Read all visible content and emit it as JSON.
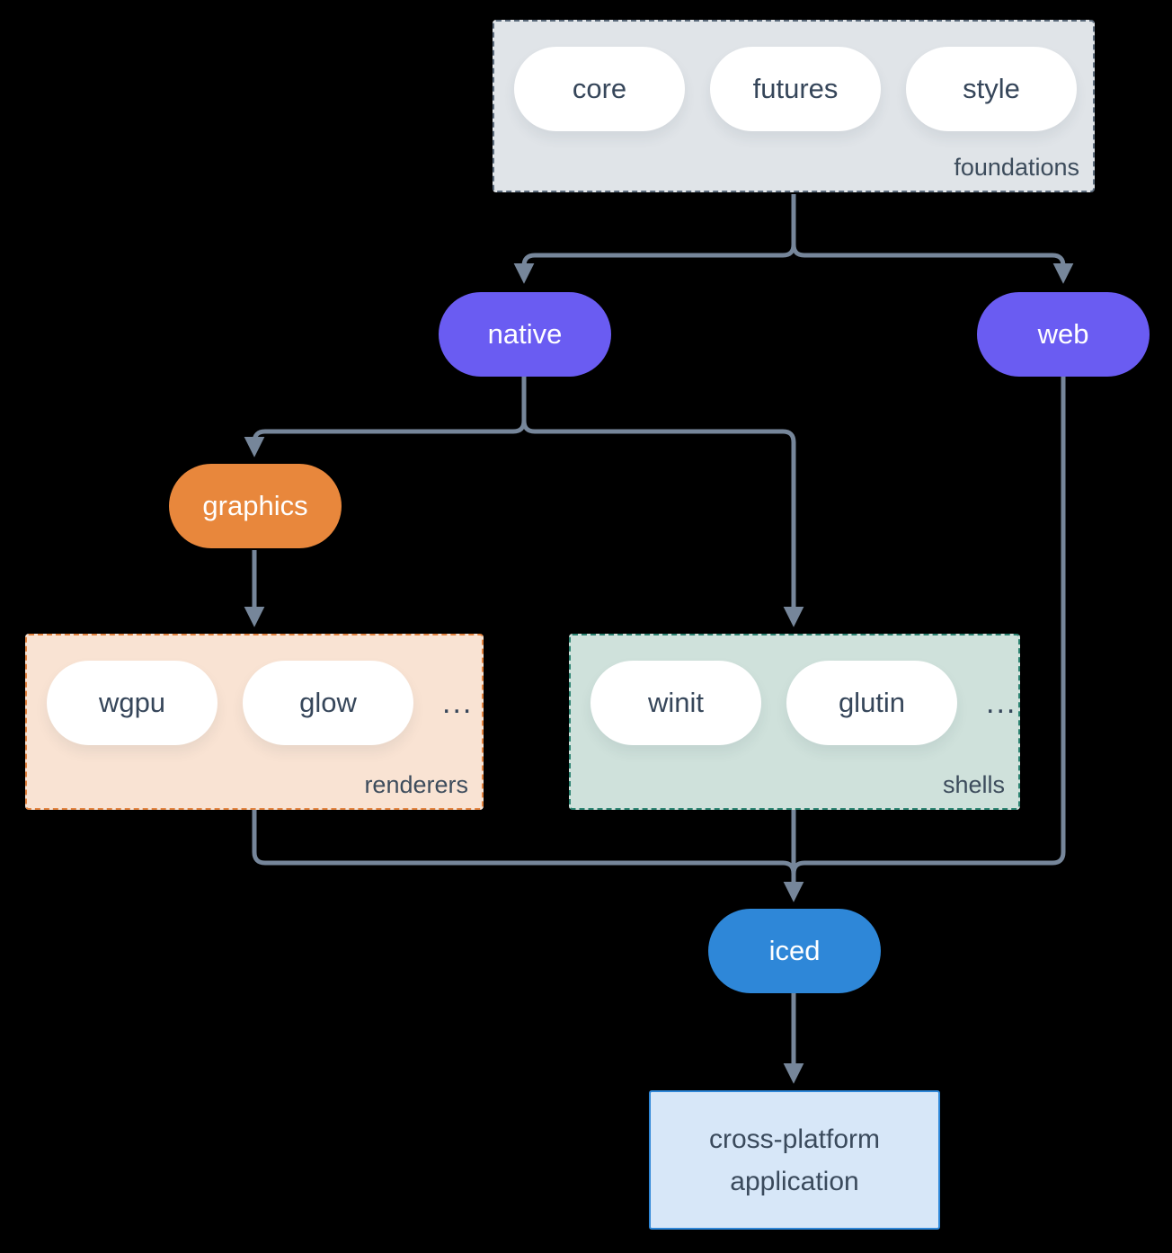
{
  "colors": {
    "background": "#000000",
    "connector": "#76869a",
    "purple_node": "#6a5cf2",
    "orange_node": "#e8873c",
    "blue_node": "#2e87d8",
    "foundations_fill": "#e0e4e8",
    "foundations_border": "#5c6b7c",
    "renderers_fill": "#f9e3d3",
    "renderers_border": "#e2823e",
    "shells_fill": "#cfe1db",
    "shells_border": "#2b8270",
    "app_fill": "#d7e7f8",
    "app_border": "#2e87d8",
    "pill_text": "#36465a",
    "white_pill": "#ffffff"
  },
  "foundations": {
    "label": "foundations",
    "pills": [
      "core",
      "futures",
      "style"
    ]
  },
  "nodes": {
    "native": "native",
    "web": "web",
    "graphics": "graphics",
    "iced": "iced"
  },
  "renderers": {
    "label": "renderers",
    "pills": [
      "wgpu",
      "glow"
    ],
    "ellipsis": "..."
  },
  "shells": {
    "label": "shells",
    "pills": [
      "winit",
      "glutin"
    ],
    "ellipsis": "..."
  },
  "application": {
    "line1": "cross-platform",
    "line2": "application"
  }
}
